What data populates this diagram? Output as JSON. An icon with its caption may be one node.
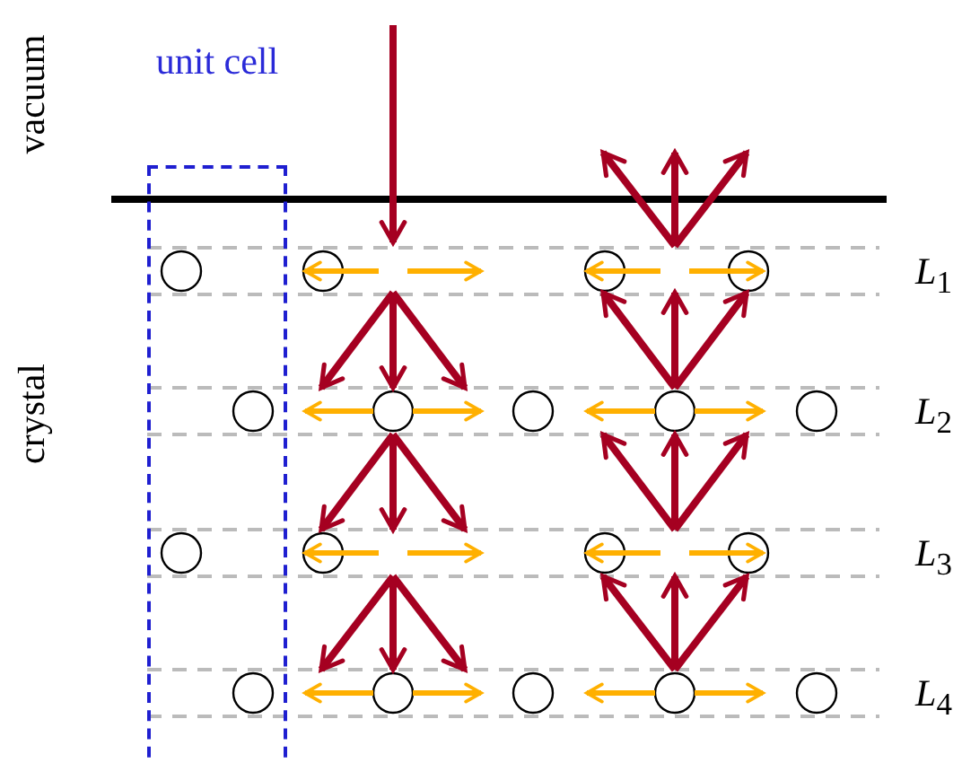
{
  "diagram": {
    "nodes": [
      {
        "text": [
          "unit cell"
        ]
      }
    ],
    "labels": [
      "vacuum",
      "crystal",
      "*L*$_{1}$",
      "*L*$_{2}$",
      "*L*$_{3}$",
      "*L*$_{4}$"
    ]
  }
}
